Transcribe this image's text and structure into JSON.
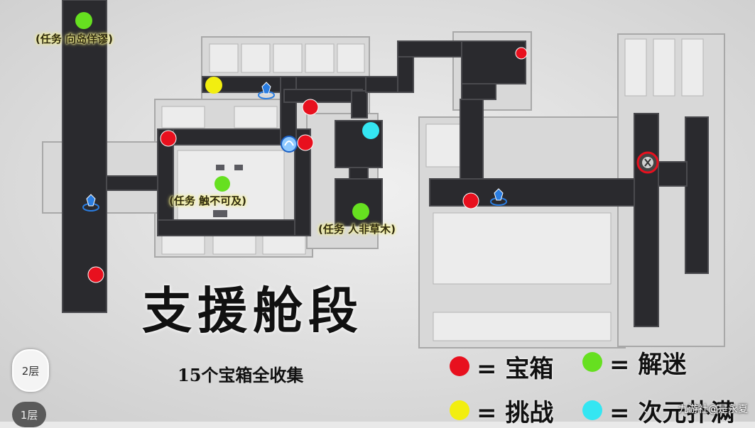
{
  "quests": {
    "q1": "(任务 向岛佯谬)",
    "q2": "(任务 触不可及)",
    "q3": "(任务 人非草木)"
  },
  "title": "支援舱段",
  "subtitle": "15个宝箱全收集",
  "legend": {
    "chest": "= 宝箱",
    "puzzle": "= 解迷",
    "challenge": "= 挑战",
    "space": "= 次元扑满"
  },
  "colors": {
    "chest": "#e8101e",
    "puzzle": "#66e020",
    "challenge": "#f2ee10",
    "space": "#34e6f2"
  },
  "floors": {
    "f2": "2层",
    "f1": "1层"
  },
  "watermark": "九游社@是永夏"
}
